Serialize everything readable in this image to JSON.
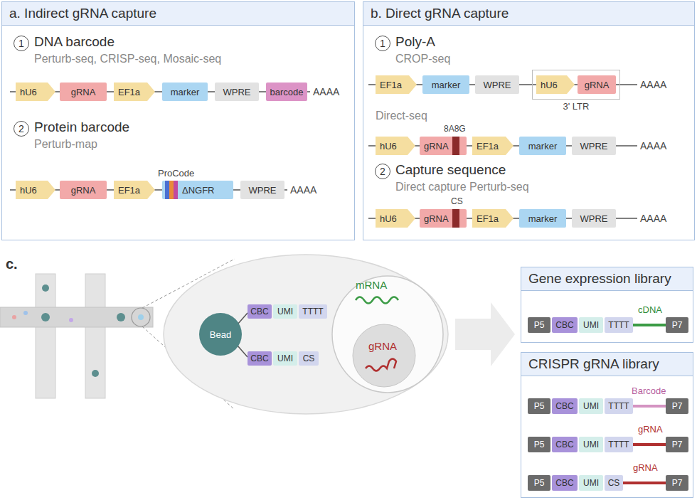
{
  "diagram": {
    "nodes": [
      {
        "text": [
          "a. Indirect gRNA capture"
        ]
      },
      {
        "text": [
          "1"
        ],
        "in": 0
      },
      {
        "text": [
          "hU6"
        ],
        "in": 0
      },
      {
        "text": [
          "gRNA"
        ],
        "in": 0
      },
      {
        "text": [
          "EF1a"
        ],
        "in": 0
      },
      {
        "text": [
          "marker"
        ],
        "in": 0
      },
      {
        "text": [
          "WPRE"
        ],
        "in": 0
      },
      {
        "text": [
          "barcode"
        ],
        "in": 0
      },
      {
        "text": [
          "2"
        ],
        "in": 0
      },
      {
        "text": [
          "hU6"
        ],
        "in": 0
      },
      {
        "text": [
          "gRNA"
        ],
        "in": 0
      },
      {
        "text": [
          "EF1a"
        ],
        "in": 0
      },
      {
        "text": [
          "ΔNGFR"
        ],
        "in": 0
      },
      {
        "text": [
          "WPRE"
        ],
        "in": 0
      },
      {
        "text": [
          "b. Direct gRNA capture"
        ]
      },
      {
        "text": [
          "1"
        ],
        "in": 14
      },
      {
        "text": [
          "EF1a"
        ],
        "in": 14
      },
      {
        "text": [
          "marker"
        ],
        "in": 14
      },
      {
        "text": [
          "WPRE"
        ],
        "in": 14
      },
      {
        "text": [
          "3' LTR"
        ],
        "in": 14
      },
      {
        "text": [
          "hU6"
        ],
        "in": 19
      },
      {
        "text": [
          "gRNA"
        ],
        "in": 19
      },
      {
        "text": [
          "hU6"
        ],
        "in": 14
      },
      {
        "text": [
          "gRNA"
        ],
        "in": 14
      },
      {
        "text": [
          "EF1a"
        ],
        "in": 14
      },
      {
        "text": [
          "marker"
        ],
        "in": 14
      },
      {
        "text": [
          "WPRE"
        ],
        "in": 14
      },
      {
        "text": [
          "2"
        ],
        "in": 14
      },
      {
        "text": [
          "hU6"
        ],
        "in": 14
      },
      {
        "text": [
          "gRNA"
        ],
        "in": 14
      },
      {
        "text": [
          "EF1a"
        ],
        "in": 14
      },
      {
        "text": [
          "marker"
        ],
        "in": 14
      },
      {
        "text": [
          "WPRE"
        ],
        "in": 14
      },
      {
        "text": [
          "Bead"
        ]
      },
      {
        "text": [
          "CBC"
        ]
      },
      {
        "text": [
          "UMI"
        ]
      },
      {
        "text": [
          "TTTT"
        ]
      },
      {
        "text": [
          "CBC"
        ]
      },
      {
        "text": [
          "UMI"
        ]
      },
      {
        "text": [
          "CS"
        ]
      },
      {
        "text": [
          "Gene expression library"
        ]
      },
      {
        "text": [
          "P5"
        ],
        "in": 40
      },
      {
        "text": [
          "CBC"
        ],
        "in": 40
      },
      {
        "text": [
          "UMI"
        ],
        "in": 40
      },
      {
        "text": [
          "TTTT"
        ],
        "in": 40
      },
      {
        "text": [
          "P7"
        ],
        "in": 40
      },
      {
        "text": [
          "CRISPR gRNA library"
        ]
      },
      {
        "text": [
          "P5"
        ],
        "in": 46
      },
      {
        "text": [
          "CBC"
        ],
        "in": 46
      },
      {
        "text": [
          "UMI"
        ],
        "in": 46
      },
      {
        "text": [
          "TTTT"
        ],
        "in": 46
      },
      {
        "text": [
          "P7"
        ],
        "in": 46
      },
      {
        "text": [
          "P5"
        ],
        "in": 46
      },
      {
        "text": [
          "CBC"
        ],
        "in": 46
      },
      {
        "text": [
          "UMI"
        ],
        "in": 46
      },
      {
        "text": [
          "TTTT"
        ],
        "in": 46
      },
      {
        "text": [
          "P7"
        ],
        "in": 46
      },
      {
        "text": [
          "P5"
        ],
        "in": 46
      },
      {
        "text": [
          "CBC"
        ],
        "in": 46
      },
      {
        "text": [
          "UMI"
        ],
        "in": 46
      },
      {
        "text": [
          "CS"
        ],
        "in": 46
      },
      {
        "text": [
          "P7"
        ],
        "in": 46
      }
    ],
    "labels": [
      "DNA barcode",
      "Perturb-seq, CRISP-seq, Mosaic-seq",
      "AAAA",
      "Protein barcode",
      "Perturb-map",
      "ProCode",
      "AAAA",
      "Poly-A",
      "CROP-seq",
      "AAAA",
      "Direct-seq",
      "8A8G",
      "AAAA",
      "Capture sequence",
      "Direct capture Perturb-seq",
      "CS",
      "AAAA",
      "c.",
      "mRNA",
      "gRNA",
      "cDNA",
      "Barcode",
      "gRNA",
      "gRNA"
    ]
  }
}
